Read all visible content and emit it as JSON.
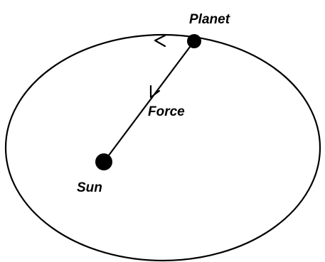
{
  "diagram": {
    "labels": {
      "planet": "Planet",
      "force": "Force",
      "sun": "Sun"
    },
    "colors": {
      "ink": "#000000",
      "background": "#ffffff"
    }
  }
}
